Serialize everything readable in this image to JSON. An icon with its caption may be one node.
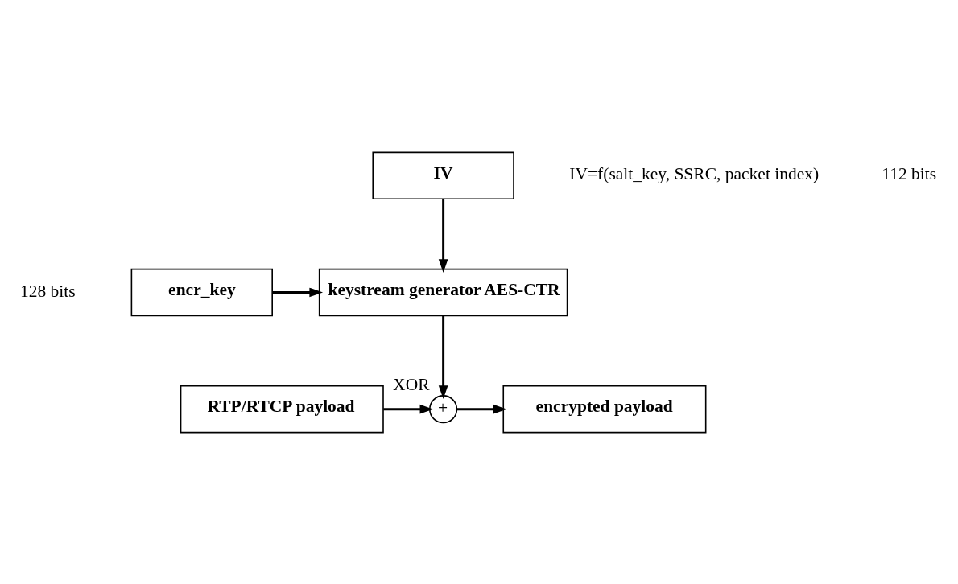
{
  "diagram": {
    "nodes": [
      {
        "text": [
          "IV"
        ],
        "beside": [
          "IV=f(salt_key, SSRC, packet index)",
          "112 bits"
        ]
      },
      {
        "text": [
          "encr_key"
        ],
        "beside": [
          "128 bits"
        ]
      },
      {
        "text": [
          "keystream generator AES-CTR"
        ]
      },
      {
        "text": [
          "+"
        ],
        "beside": [
          "XOR"
        ]
      },
      {
        "text": [
          "RTP/RTCP payload"
        ]
      },
      {
        "text": [
          "encrypted payload"
        ]
      }
    ],
    "edges": [
      {
        "from": 0,
        "to": 2,
        "arrow": "to"
      },
      {
        "from": 1,
        "to": 2,
        "arrow": "to"
      },
      {
        "from": 2,
        "to": 3,
        "arrow": "to"
      },
      {
        "from": 4,
        "to": 3,
        "arrow": "to"
      },
      {
        "from": 3,
        "to": 5,
        "arrow": "to"
      }
    ]
  }
}
